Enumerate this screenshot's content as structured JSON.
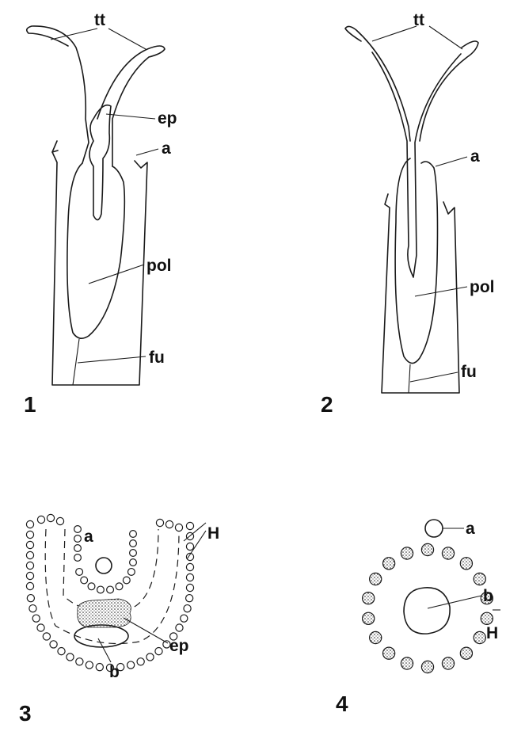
{
  "figures": [
    {
      "number": "1",
      "labels": {
        "tt": "tt",
        "ep": "ep",
        "a": "a",
        "pol": "pol",
        "fu": "fu"
      }
    },
    {
      "number": "2",
      "labels": {
        "tt": "tt",
        "a": "a",
        "pol": "pol",
        "fu": "fu"
      }
    },
    {
      "number": "3",
      "labels": {
        "a": "a",
        "H": "H",
        "ep": "ep",
        "b": "b"
      }
    },
    {
      "number": "4",
      "labels": {
        "a": "a",
        "b": "b",
        "H": "H"
      }
    }
  ]
}
